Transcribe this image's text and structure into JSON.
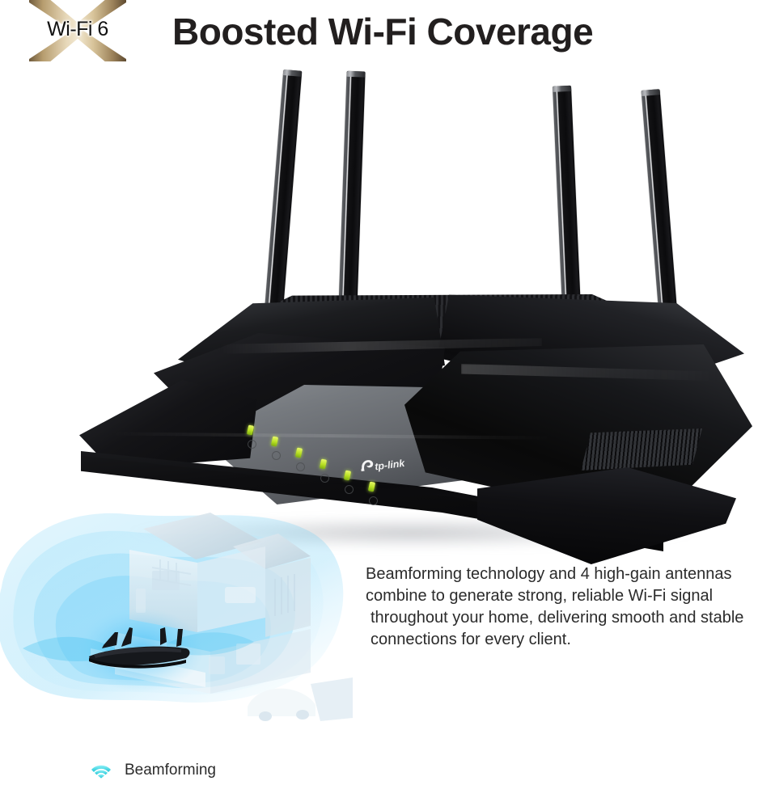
{
  "badge": {
    "label": "Wi-Fi 6",
    "icon": "wifi6-x-emblem",
    "gradient_light": "#f2e8d2",
    "gradient_mid": "#b69c6e",
    "gradient_dark": "#5e4a30"
  },
  "header": {
    "title": "Boosted Wi-Fi Coverage",
    "title_color": "#221f1f"
  },
  "product": {
    "brand_logo": "tp-link-logo",
    "brand_name": "tp-link",
    "antenna_count": 4,
    "led_count": 6,
    "led_color": "#b8e023",
    "body_color": "#0b0b0d",
    "top_panel_color": "#6f7276"
  },
  "illustration": {
    "name": "home-coverage-cutaway",
    "wave_color": "#29b6f6",
    "house_color": "#d7e3ea",
    "router_icon": "mini-router"
  },
  "body": {
    "lines": [
      "Beamforming technology and 4 high-gain antennas",
      "combine to generate strong, reliable Wi-Fi signal",
      "throughout your home, delivering smooth and stable",
      "connections for every client."
    ]
  },
  "legend": {
    "icon": "beamforming-signal-icon",
    "icon_color": "#3fd0dd",
    "label": "Beamforming"
  }
}
